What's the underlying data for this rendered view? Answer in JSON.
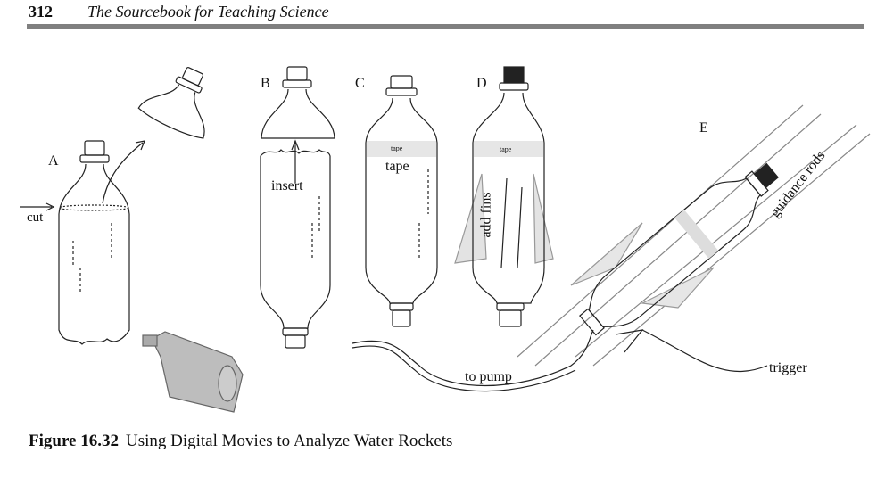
{
  "header": {
    "page_number": "312",
    "book_title": "The Sourcebook for Teaching Science"
  },
  "figure": {
    "labels": {
      "a": "A",
      "b": "B",
      "c": "C",
      "d": "D",
      "e": "E"
    },
    "annotations": {
      "cut": "cut",
      "insert": "insert",
      "tape_small_c": "tape",
      "tape_c": "tape",
      "tape_small_d": "tape",
      "add_fins": "add fins",
      "guidance_rods": "guidance rods",
      "to_pump": "to pump",
      "trigger": "trigger"
    }
  },
  "caption": {
    "number": "Figure 16.32",
    "text": "Using Digital Movies to Analyze Water Rockets"
  }
}
